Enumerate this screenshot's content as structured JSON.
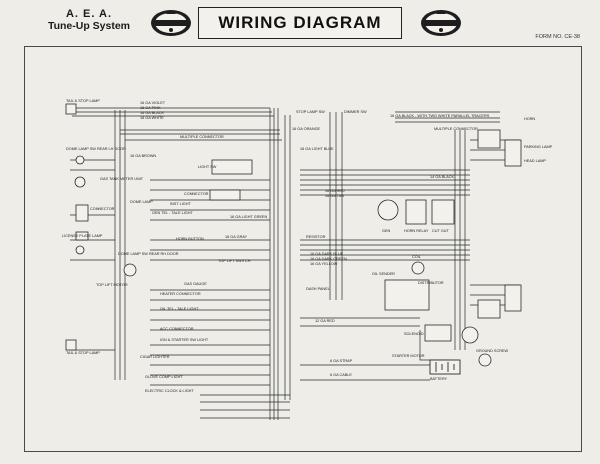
{
  "header": {
    "brand_line1": "A. E. A.",
    "brand_line2": "Tune-Up System",
    "title": "WIRING DIAGRAM",
    "form_no": "FORM NO. CE-38"
  },
  "diagram": {
    "left_components": [
      "TAIL & STOP LAMP",
      "DOME LAMP SW REAR LH DOOR",
      "GAS TANK METER UNIT",
      "DOME LAMP",
      "CONNECTOR",
      "LICENSE PLATE LAMP",
      "DOME LAMP SW REAR RH DOOR",
      "TOP LIFT MOTOR",
      "TAIL & STOP LAMP"
    ],
    "center_components": [
      "MULTIPLE CONNECTOR",
      "LIGHT SW",
      "CONNECTOR",
      "INST LIGHT",
      "GEN TEL - TALE LIGHT",
      "HORN BUTTON",
      "TOP LIFT SWITCH",
      "GAS GAUGE",
      "HEATER CONNECTOR",
      "OIL TEL - TALE LIGHT",
      "ACC CONNECTOR",
      "IGN & STARTER SW LIGHT",
      "CIGAR LIGHTER",
      "GLOVE COMP LIGHT",
      "ELECTRIC CLOCK & LIGHT",
      "DASH PANEL",
      "RESISTOR"
    ],
    "right_components": [
      "STOP LAMP SW",
      "DIMMER SW",
      "MULTIPLE CONNECTOR",
      "HORN",
      "PARKING LAMP",
      "HEAD LAMP",
      "GEN",
      "HORN RELAY",
      "CUT OUT",
      "COIL",
      "OIL SENDER",
      "DISTRIBUTOR",
      "SOLENOID",
      "STARTER MOTOR",
      "BATTERY",
      "GROUND SCREW"
    ],
    "wire_labels": [
      "16 GA VIOLET",
      "16 GA PINK",
      "16 GA BLACK",
      "16 GA WHITE",
      "16 GA BROWN",
      "16 GA LIGHT GREEN",
      "16 GA DARK GREEN",
      "16 GA RED",
      "16 GA TAN",
      "16 GA GRAY",
      "16 GA YELLOW",
      "16 GA ORANGE",
      "16 GA LIGHT BLUE",
      "16 GA DARK BLUE",
      "14 GA BLACK",
      "12 GA RED",
      "6 GA STRAP",
      "6 GA CABLE",
      "16 GA BLACK - WITH TWO WHITE PARALLEL TRACERS"
    ]
  }
}
